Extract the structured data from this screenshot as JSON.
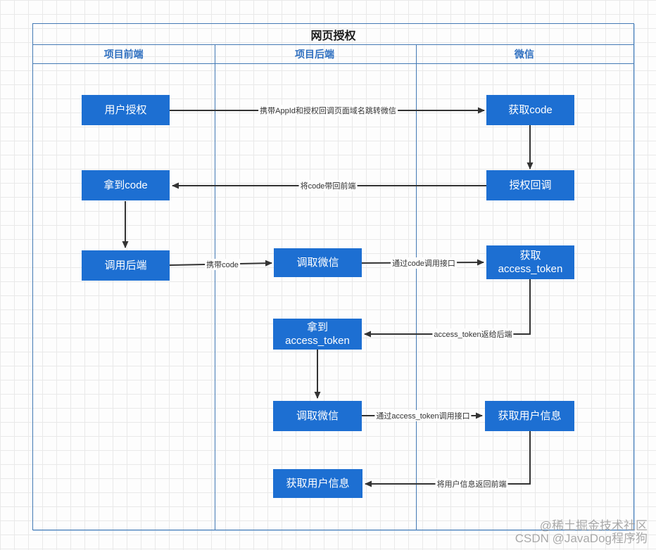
{
  "title": "网页授权",
  "lanes": [
    "项目前端",
    "项目后端",
    "微信"
  ],
  "nodes": [
    {
      "id": "user-auth",
      "lane": "项目前端",
      "label": "用户授权"
    },
    {
      "id": "get-code",
      "lane": "微信",
      "label": "获取code"
    },
    {
      "id": "have-code",
      "lane": "项目前端",
      "label": "拿到code"
    },
    {
      "id": "auth-callback",
      "lane": "微信",
      "label": "授权回调"
    },
    {
      "id": "call-backend",
      "lane": "项目前端",
      "label": "调用后端"
    },
    {
      "id": "call-wechat-1",
      "lane": "项目后端",
      "label": "调取微信"
    },
    {
      "id": "get-access-token",
      "lane": "微信",
      "label": "获取\naccess_token"
    },
    {
      "id": "have-access-token",
      "lane": "项目后端",
      "label": "拿到\naccess_token"
    },
    {
      "id": "call-wechat-2",
      "lane": "项目后端",
      "label": "调取微信"
    },
    {
      "id": "get-user-info-wechat",
      "lane": "微信",
      "label": "获取用户信息"
    },
    {
      "id": "get-user-info-backend",
      "lane": "项目后端",
      "label": "获取用户信息"
    }
  ],
  "edges": [
    {
      "from": "user-auth",
      "to": "get-code",
      "label": "携带AppId和授权回调页面域名跳转微信"
    },
    {
      "from": "get-code",
      "to": "auth-callback",
      "label": ""
    },
    {
      "from": "auth-callback",
      "to": "have-code",
      "label": "将code带回前端"
    },
    {
      "from": "have-code",
      "to": "call-backend",
      "label": ""
    },
    {
      "from": "call-backend",
      "to": "call-wechat-1",
      "label": "携带code"
    },
    {
      "from": "call-wechat-1",
      "to": "get-access-token",
      "label": "通过code调用接口"
    },
    {
      "from": "get-access-token",
      "to": "have-access-token",
      "label": "access_token返给后端"
    },
    {
      "from": "have-access-token",
      "to": "call-wechat-2",
      "label": ""
    },
    {
      "from": "call-wechat-2",
      "to": "get-user-info-wechat",
      "label": "通过access_token调用接口"
    },
    {
      "from": "get-user-info-wechat",
      "to": "get-user-info-backend",
      "label": "将用户信息返回前端"
    }
  ],
  "watermark": {
    "line1": "@稀土掘金技术社区",
    "line2": "CSDN @JavaDog程序狗"
  },
  "colors": {
    "node_fill": "#1d6fd2",
    "node_text": "#ffffff",
    "lane_border": "#4379b4",
    "header_text": "#2e6fc0",
    "title_text": "#1a1a1a",
    "arrow": "#333333",
    "watermark_text": "#9b9b9b"
  }
}
